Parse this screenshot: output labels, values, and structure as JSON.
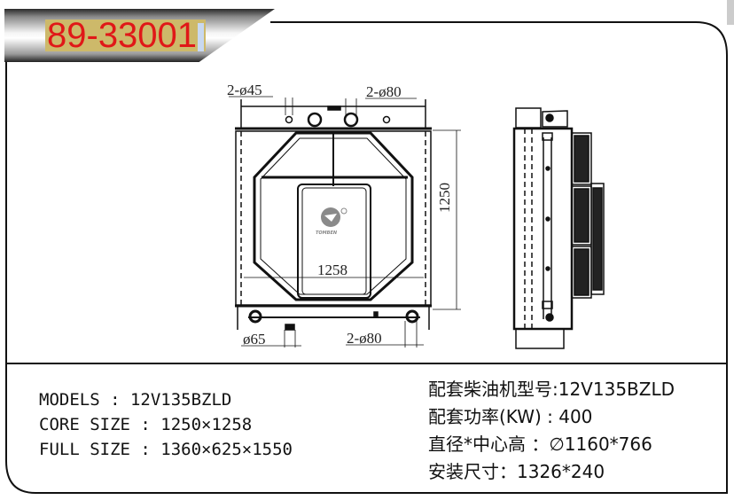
{
  "header": {
    "part_number": "89-33001"
  },
  "drawing": {
    "front_view": {
      "dim_top_left": "2-ø45",
      "dim_top_right": "2-ø80",
      "dim_bottom_left": "ø65",
      "dim_bottom_right": "2-ø80",
      "core_height": "1250",
      "core_width": "1258",
      "logo_text": "TOMBEN"
    }
  },
  "specs_en": {
    "models": "MODELS : 12V135BZLD",
    "core_size": "CORE SIZE : 1250×1258",
    "full_size": "FULL SIZE : 1360×625×1550"
  },
  "specs_cn": {
    "engine_model": "配套柴油机型号:12V135BZLD",
    "power": "配套功率(KW) : 400",
    "fan": "直径*中心高 ：∅1160*766",
    "mount": "安装尺寸：1326*240"
  },
  "colors": {
    "title_red": "#e01818",
    "title_bg": "#cdb96a",
    "line": "#111111"
  }
}
